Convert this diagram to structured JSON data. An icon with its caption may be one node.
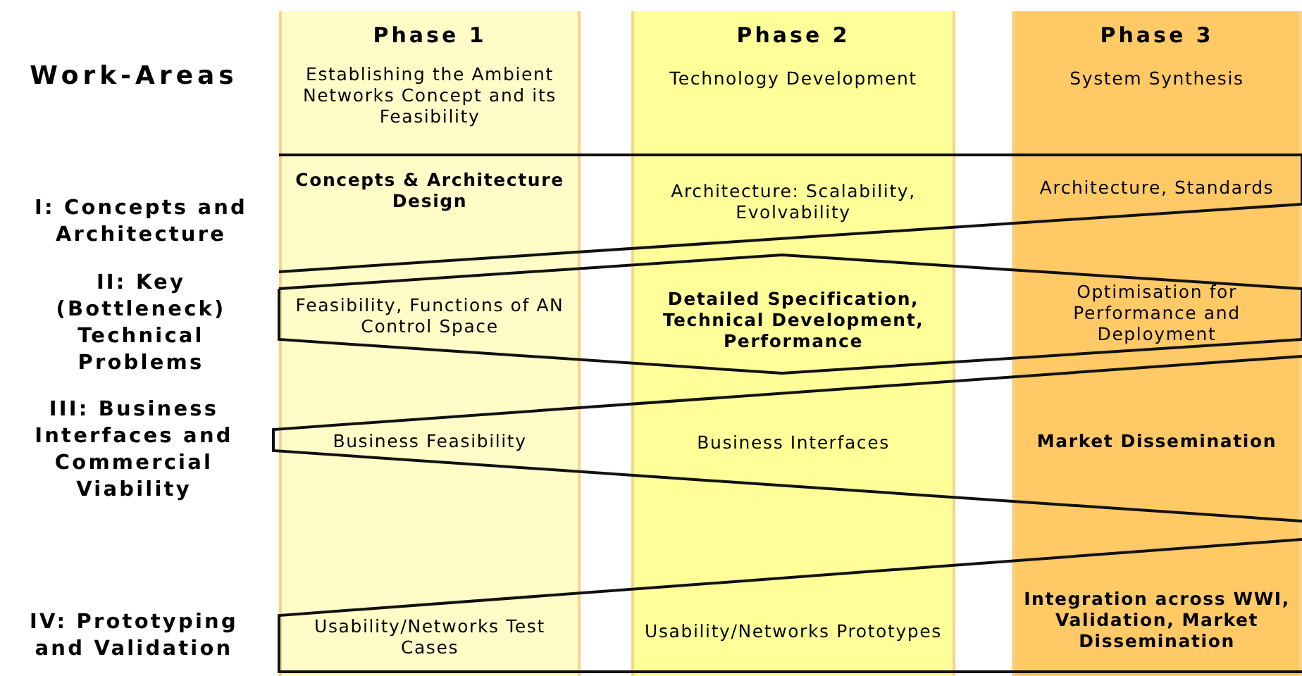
{
  "diagram": {
    "nodes": [
      {
        "text": [
          "Phase 1",
          "Establishing the Ambient Networks Concept and its Feasibility"
        ]
      },
      {
        "text": [
          "Phase 2",
          "Technology Development"
        ]
      },
      {
        "text": [
          "Phase 3",
          "System Synthesis"
        ]
      },
      {
        "text": [
          "Concepts & Architecture Design",
          "Architecture: Scalability, Evolvability",
          "Architecture, Standards"
        ]
      },
      {
        "text": [
          "Feasibility, Functions of AN Control Space",
          "Detailed Specification, Technical Development, Performance",
          "Optimisation for Performance and Deployment"
        ]
      },
      {
        "text": [
          "Business Feasibility",
          "Business Interfaces",
          "Market Dissemination"
        ]
      },
      {
        "text": [
          "Usability/Networks Test Cases",
          "Usability/Networks Prototypes",
          "Integration across WWI, Validation, Market Dissemination"
        ]
      }
    ],
    "edges": [],
    "labels": [
      "Work-Areas",
      "I: Concepts and Architecture",
      "II: Key (Bottleneck) Technical Problems",
      "III: Business Interfaces and Commercial Viability",
      "IV: Prototyping and Validation"
    ]
  }
}
